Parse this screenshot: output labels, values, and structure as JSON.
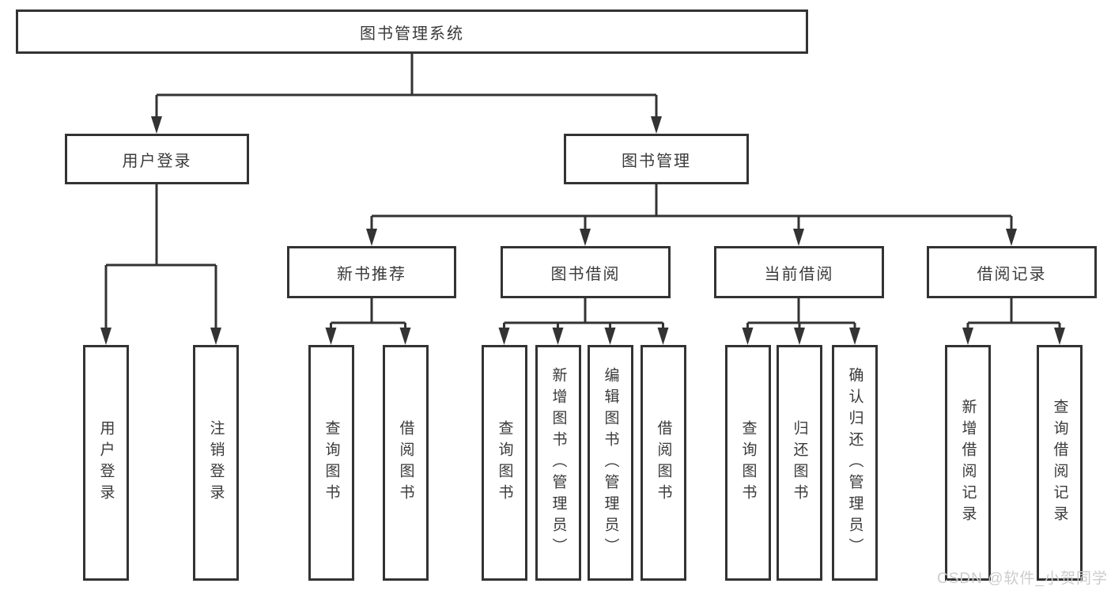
{
  "diagram": {
    "title": "图书管理系统",
    "root": {
      "label": "图书管理系统"
    },
    "branches": [
      {
        "id": "user-login",
        "label": "用户登录",
        "children": [
          {
            "label": "用户登录"
          },
          {
            "label": "注销登录"
          }
        ]
      },
      {
        "id": "book-management",
        "label": "图书管理",
        "groups": [
          {
            "label": "新书推荐",
            "children": [
              {
                "label": "查询图书"
              },
              {
                "label": "借阅图书"
              }
            ]
          },
          {
            "label": "图书借阅",
            "children": [
              {
                "label": "查询图书"
              },
              {
                "label": "新增图书（管理员）"
              },
              {
                "label": "编辑图书（管理员）"
              },
              {
                "label": "借阅图书"
              }
            ]
          },
          {
            "label": "当前借阅",
            "children": [
              {
                "label": "查询图书"
              },
              {
                "label": "归还图书"
              },
              {
                "label": "确认归还（管理员）"
              }
            ]
          },
          {
            "label": "借阅记录",
            "children": [
              {
                "label": "新增借阅记录"
              },
              {
                "label": "查询借阅记录"
              }
            ]
          }
        ]
      }
    ]
  },
  "watermark": {
    "text": "CSDN @软件_小贺同学"
  },
  "colors": {
    "line": "#333333",
    "text": "#3a3a3a",
    "box_background": "#ffffff",
    "watermark": "#cccccc",
    "background": "#ffffff"
  }
}
